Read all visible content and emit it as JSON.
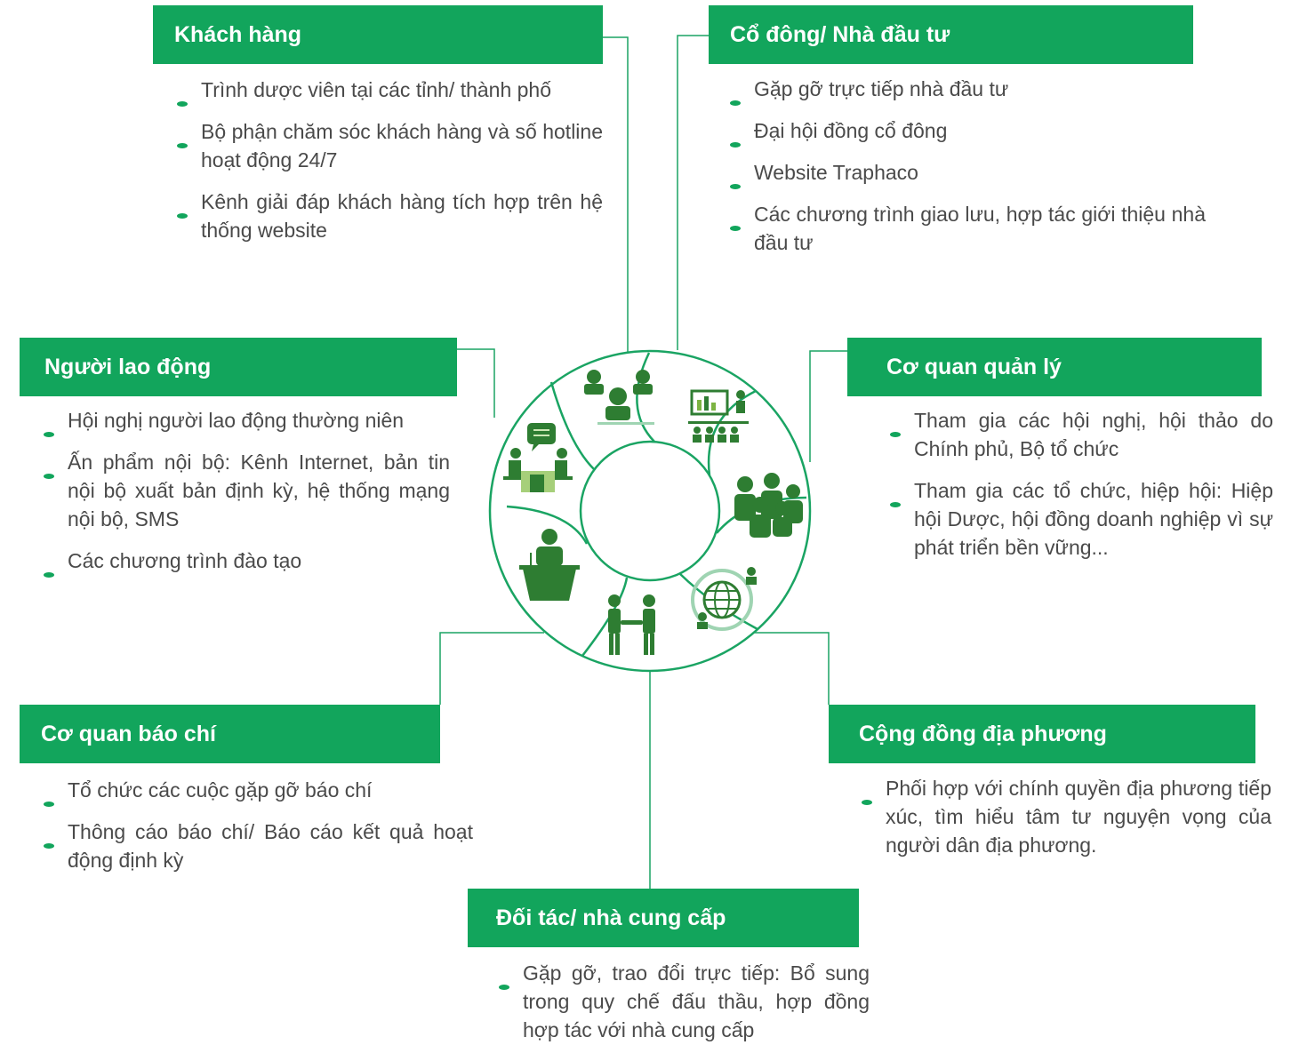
{
  "colors": {
    "brand_green": "#12a55c",
    "icon_green": "#2e7d32",
    "line": "#1aa463"
  },
  "groups": {
    "customers": {
      "title": "Khách hàng",
      "items": [
        "Trình dược viên tại các tỉnh/ thành phố",
        "Bộ phận chăm sóc khách hàng và số hotline hoạt động 24/7",
        "Kênh giải đáp khách hàng tích hợp trên hệ thống website"
      ]
    },
    "shareholders": {
      "title": "Cổ đông/ Nhà đầu tư",
      "items": [
        "Gặp gỡ trực tiếp nhà đầu tư",
        "Đại hội đồng cổ đông",
        "Website Traphaco",
        "Các chương trình giao lưu, hợp tác giới thiệu nhà đầu tư"
      ]
    },
    "employees": {
      "title": "Người lao động",
      "items": [
        "Hội nghị người lao động thường niên",
        "Ấn phẩm nội bộ: Kênh Internet, bản tin nội bộ xuất bản định kỳ, hệ thống mạng nội bộ, SMS",
        "Các chương trình đào tạo"
      ]
    },
    "regulators": {
      "title": "Cơ quan quản lý",
      "items": [
        "Tham gia các hội nghị, hội thảo do Chính phủ, Bộ tổ chức",
        "Tham gia các tổ chức, hiệp hội: Hiệp hội Dược, hội đồng doanh nghiệp vì sự phát triển bền vững..."
      ]
    },
    "press": {
      "title": "Cơ quan báo chí",
      "items": [
        "Tổ chức các cuộc gặp gỡ báo chí",
        "Thông cáo báo chí/ Báo cáo kết quả hoạt động định kỳ"
      ]
    },
    "community": {
      "title": "Cộng đồng địa phương",
      "items": [
        "Phối hợp với chính quyền địa phương tiếp xúc, tìm hiểu tâm tư nguyện vọng của người dân địa phương."
      ]
    },
    "partners": {
      "title": "Đối tác/ nhà cung cấp",
      "items": [
        "Gặp gỡ, trao đổi trực tiếp: Bổ sung trong quy chế đấu thầu, hợp đồng hợp tác với nhà cung cấp"
      ]
    }
  },
  "icons": [
    "headset-agents-icon",
    "presentation-icon",
    "group-people-icon",
    "globe-network-icon",
    "handshake-icon",
    "podium-speaker-icon",
    "meeting-table-icon"
  ]
}
